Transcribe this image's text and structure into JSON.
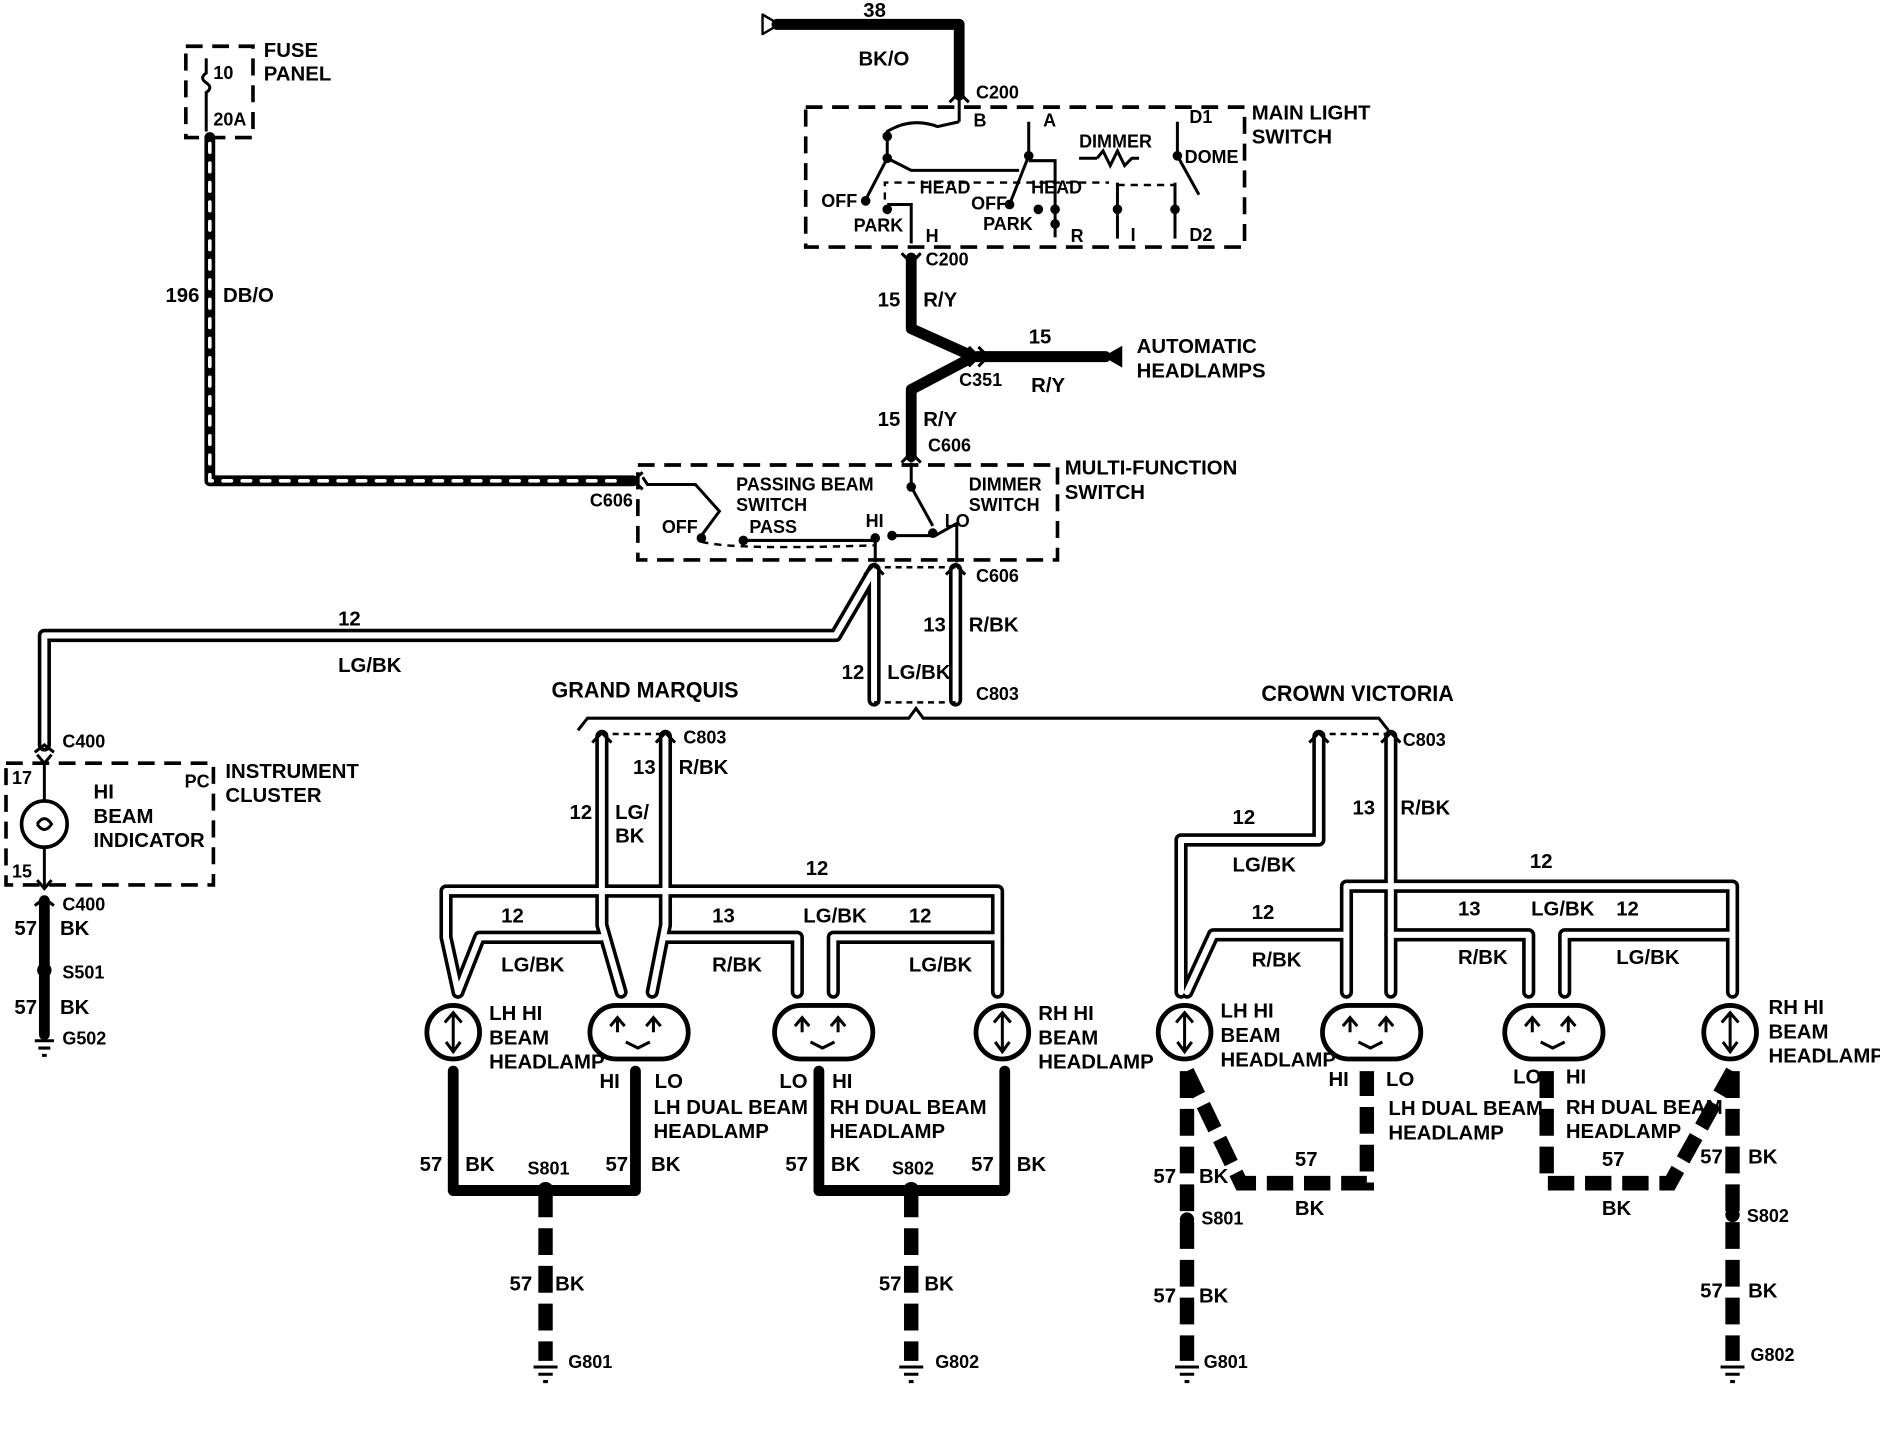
{
  "fuse": {
    "title_1": "FUSE",
    "title_2": "PANEL",
    "pin": "10",
    "rating": "20A"
  },
  "main_switch": {
    "title_1": "MAIN LIGHT",
    "title_2": "SWITCH",
    "t_b": "B",
    "t_a": "A",
    "t_d1": "D1",
    "t_d2": "D2",
    "t_h": "H",
    "t_r": "R",
    "t_i": "I",
    "off1": "OFF",
    "head1": "HEAD",
    "park1": "PARK",
    "off2": "OFF",
    "head2": "HEAD",
    "park2": "PARK",
    "dimmer": "DIMMER",
    "dome": "DOME"
  },
  "mf_switch": {
    "title_1": "MULTI-FUNCTION",
    "title_2": "SWITCH",
    "pass_1": "PASSING BEAM",
    "pass_2": "SWITCH",
    "off": "OFF",
    "pass": "PASS",
    "hi": "HI",
    "lo": "LO",
    "dim_1": "DIMMER",
    "dim_2": "SWITCH"
  },
  "cluster": {
    "title_1": "INSTRUMENT",
    "title_2": "CLUSTER",
    "ind_1": "HI",
    "ind_2": "BEAM",
    "ind_3": "INDICATOR",
    "pin17": "17",
    "pin15": "15",
    "pc": "PC"
  },
  "auto": {
    "line_1": "AUTOMATIC",
    "line_2": "HEADLAMPS"
  },
  "connectors": {
    "c200": "C200",
    "c351": "C351",
    "c606": "C606",
    "c803": "C803",
    "c400": "C400"
  },
  "splices": {
    "s501": "S501",
    "s801": "S801",
    "s802": "S802"
  },
  "grounds": {
    "g502": "G502",
    "g801": "G801",
    "g802": "G802"
  },
  "wires": {
    "n38": "38",
    "c_bko": "BK/O",
    "n196": "196",
    "c_dbo": "DB/O",
    "n15": "15",
    "c_ry": "R/Y",
    "n12": "12",
    "c_lgbk": "LG/BK",
    "c_lgbk_a": "LG/",
    "c_lgbk_b": "BK",
    "n13": "13",
    "c_rbk": "R/BK",
    "n57": "57",
    "c_bk": "BK"
  },
  "sections": {
    "gm": "GRAND MARQUIS",
    "cv": "CROWN VICTORIA"
  },
  "lamps": {
    "lh_hi_1": "LH HI",
    "lh_hi_2": "BEAM",
    "lh_hi_3": "HEADLAMP",
    "rh_hi_1": "RH HI",
    "rh_hi_2": "BEAM",
    "rh_hi_3": "HEADLAMP",
    "lh_dual_1": "LH DUAL BEAM",
    "lh_dual_2": "HEADLAMP",
    "rh_dual_1": "RH DUAL BEAM",
    "rh_dual_2": "HEADLAMP",
    "hi": "HI",
    "lo": "LO"
  }
}
